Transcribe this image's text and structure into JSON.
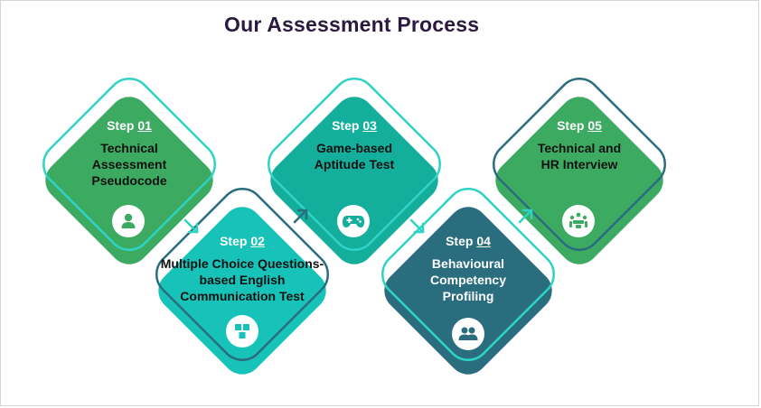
{
  "title": "Our Assessment Process",
  "steps": [
    {
      "prefix": "Step",
      "number": "01",
      "description": "Technical Assessment Pseudocode",
      "icon": "person-icon",
      "color": "#3daa62"
    },
    {
      "prefix": "Step",
      "number": "02",
      "description": "Multiple Choice Questions-based English Communication Test",
      "icon": "puzzle-icon",
      "color": "#17c3b8"
    },
    {
      "prefix": "Step",
      "number": "03",
      "description": "Game-based Aptitude Test",
      "icon": "gamepad-icon",
      "color": "#14ae9c"
    },
    {
      "prefix": "Step",
      "number": "04",
      "description": "Behavioural Competency Profiling",
      "icon": "group-icon",
      "color": "#2a6d7f"
    },
    {
      "prefix": "Step",
      "number": "05",
      "description": "Technical and HR Interview",
      "icon": "meeting-icon",
      "color": "#3daa62"
    }
  ]
}
